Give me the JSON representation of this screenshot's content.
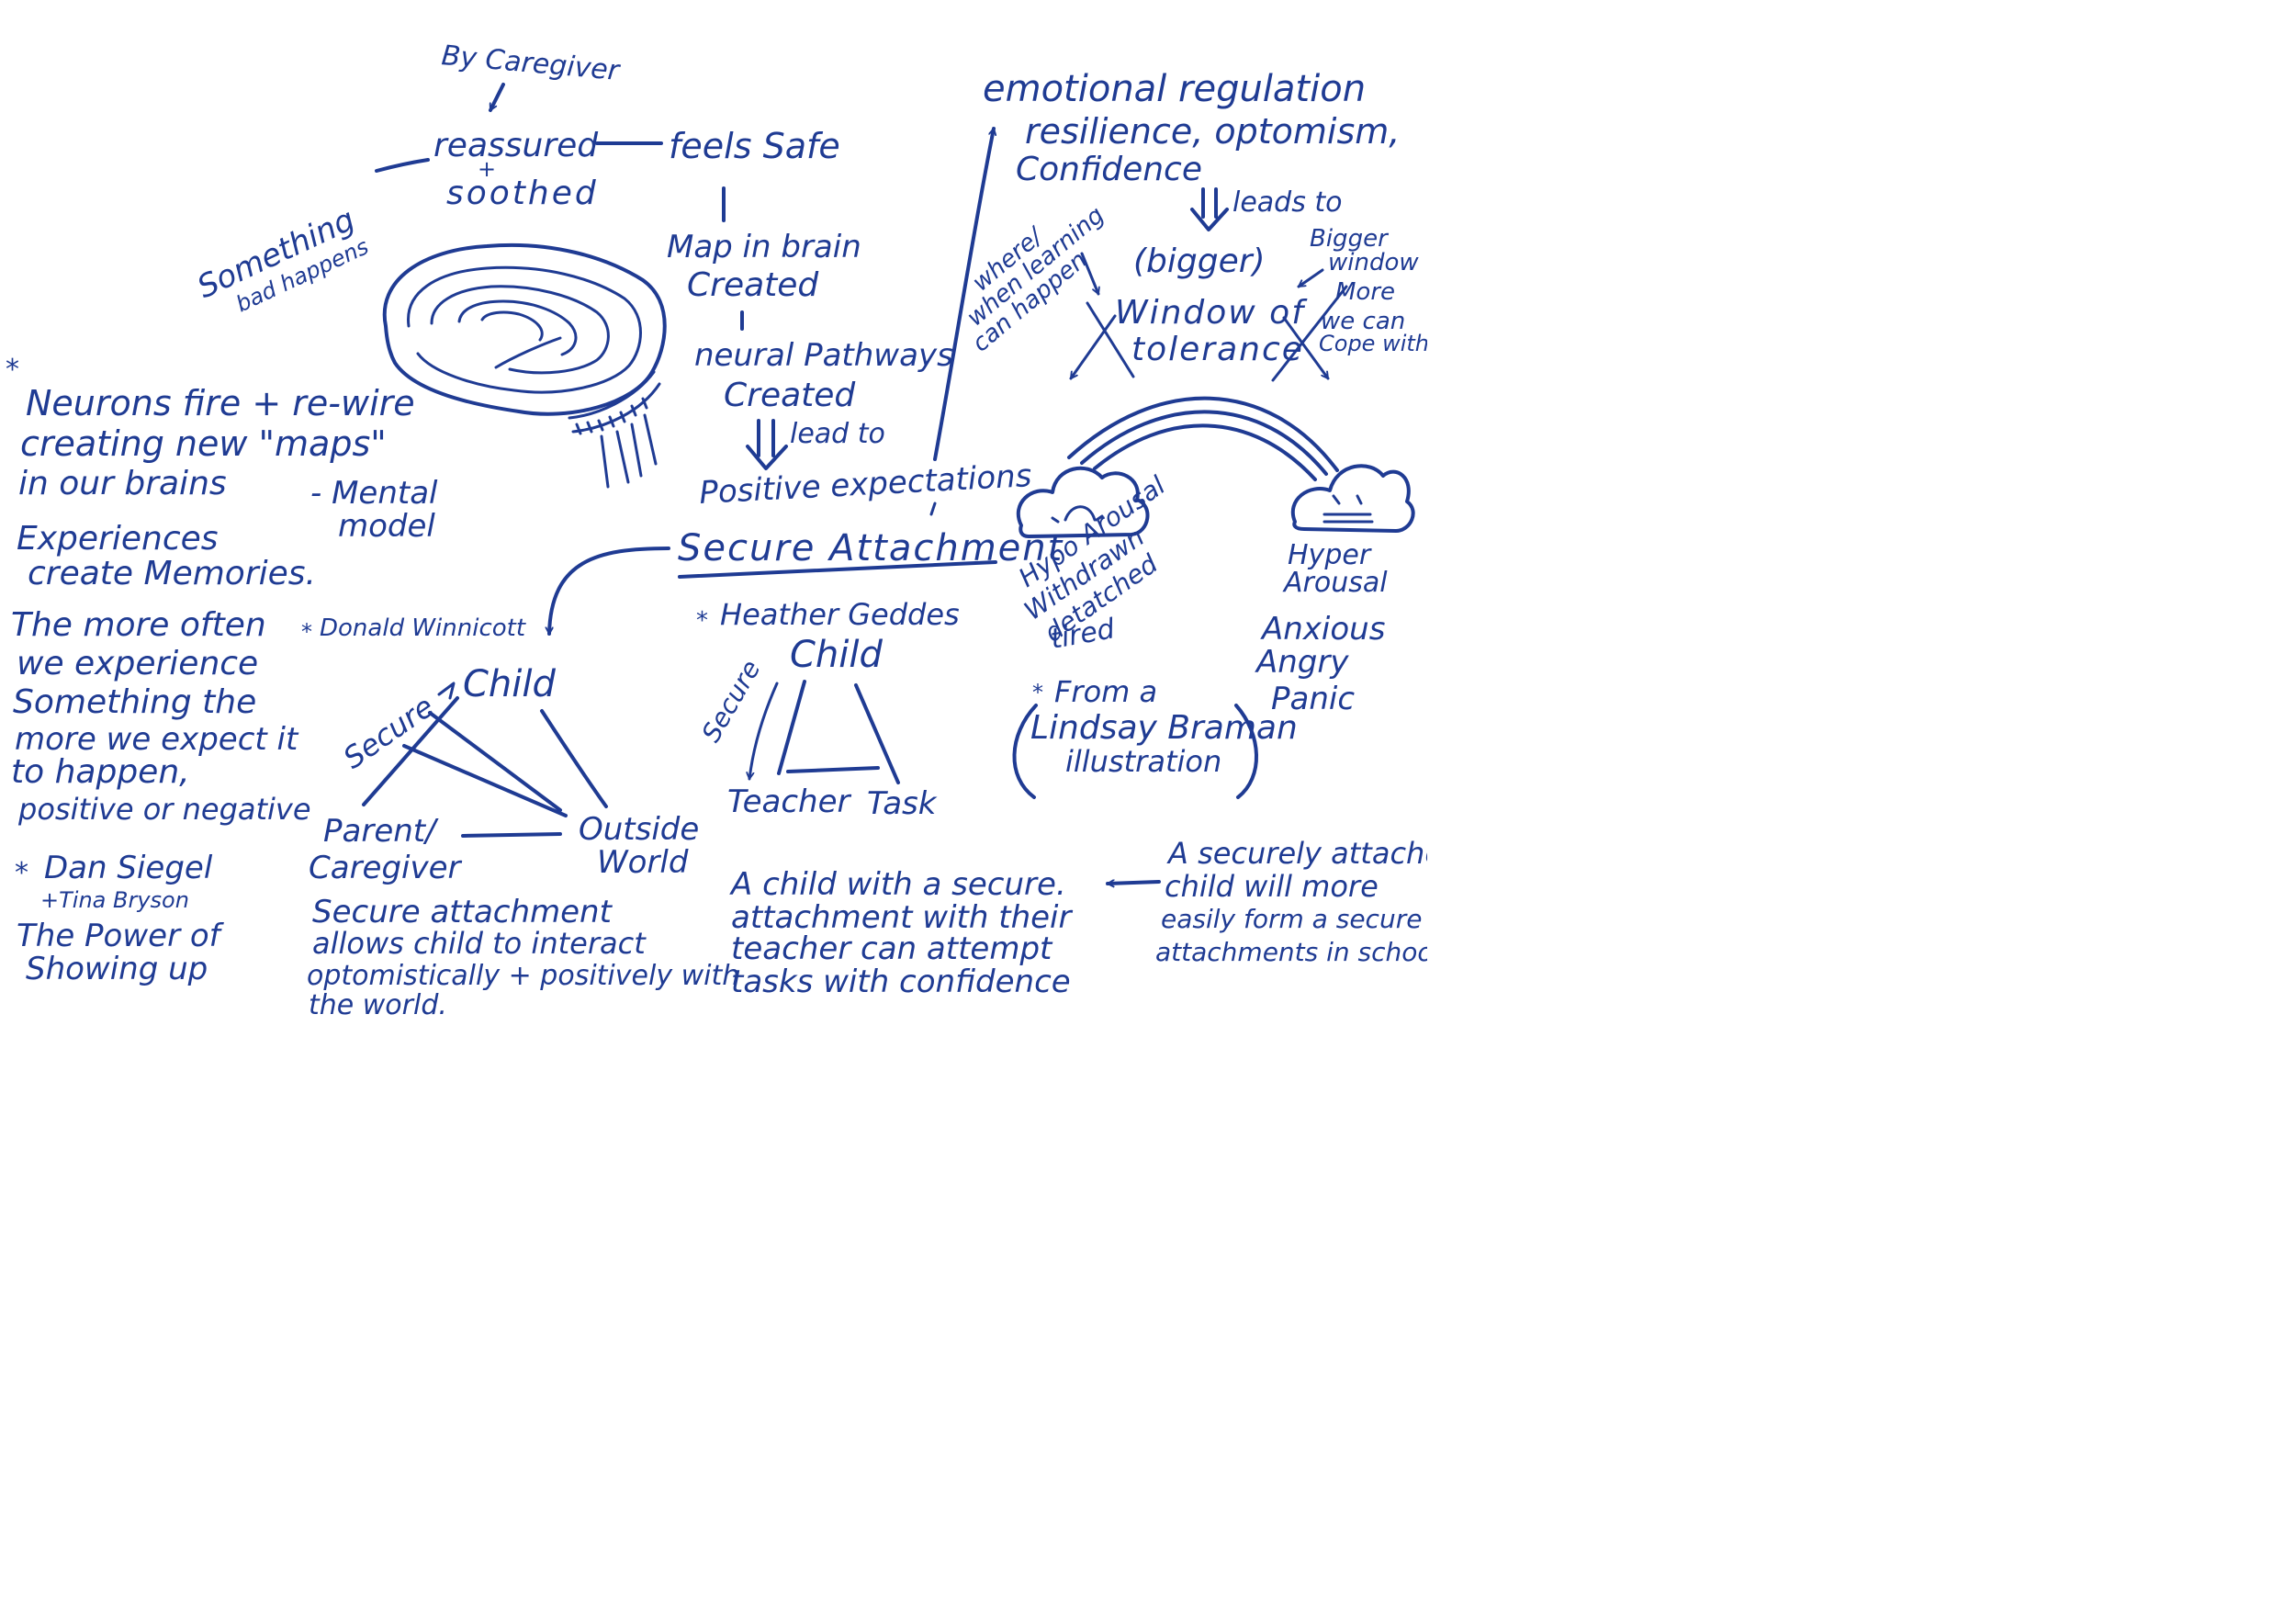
{
  "top": {
    "by_caregiver": "By Caregiver",
    "reassured": "reassured",
    "plus": "+",
    "soothed": "soothed",
    "feels_safe": "feels Safe",
    "something_bad_1": "Something",
    "something_bad_2": "bad happens"
  },
  "brain_chain": {
    "map_in_brain": "Map in brain",
    "created_1": "Created",
    "neural_pathways": "neural Pathways",
    "created_2": "Created",
    "lead_to": "lead to",
    "positive_expectations": "Positive expectations",
    "secure_attachment": "Secure Attachment"
  },
  "left_notes": {
    "neurons_1": "Neurons fire + re-wire",
    "neurons_2": "creating new \"maps\"",
    "neurons_3": "in our brains",
    "mental_1": "- Mental",
    "mental_2": "model",
    "experiences_1": "Experiences",
    "experiences_2": "create Memories.",
    "more_often_1": "The more often",
    "more_often_2": "we experience",
    "more_often_3": "Something the",
    "more_often_4": "more we expect it",
    "more_often_5": "to happen,",
    "more_often_6": "positive or negative",
    "siegel_1": "Dan Siegel",
    "siegel_2": "+Tina Bryson",
    "siegel_3": "The Power of",
    "siegel_4": "Showing up"
  },
  "winnicott": {
    "author": "Donald Winnicott",
    "child": "Child",
    "secure": "Secure",
    "parent_1": "Parent/",
    "parent_2": "Caregiver",
    "outside_1": "Outside",
    "outside_2": "World",
    "caption_1": "Secure attachment",
    "caption_2": "allows child to interact",
    "caption_3": "optomistically + positively with",
    "caption_4": "the world."
  },
  "geddes": {
    "author": "Heather Geddes",
    "child": "Child",
    "secure": "Secure",
    "teacher": "Teacher",
    "task": "Task",
    "caption_1": "A child with a secure.",
    "caption_2": "attachment with their",
    "caption_3": "teacher can attempt",
    "caption_4": "tasks with confidence"
  },
  "right": {
    "emo_1": "emotional regulation",
    "emo_2": "resilience, optomism,",
    "emo_3": "Confidence",
    "leads_to": "leads to",
    "bigger": "(bigger)",
    "bigger_window_1": "Bigger",
    "bigger_window_2": "window",
    "bigger_window_3": "More",
    "bigger_window_4": "we can",
    "bigger_window_5": "Cope with",
    "where_1": "where/",
    "where_2": "when learning",
    "where_3": "can happen",
    "window_1": "Window of",
    "window_2": "tolerance",
    "hypo_1": "Hypo Arousal",
    "hypo_2": "Withdrawn",
    "hypo_3": "detatched",
    "hypo_4": "tired",
    "hyper_1": "Hyper",
    "hyper_2": "Arousal",
    "anxious_1": "Anxious",
    "anxious_2": "Angry",
    "anxious_3": "Panic",
    "from_1": "From a",
    "from_2": "Lindsay Braman",
    "from_3": "illustration",
    "securely_1": "A securely attached",
    "securely_2": "child will more",
    "securely_3": "easily form a secure",
    "securely_4": "attachments in school"
  },
  "icons": {
    "star": "*"
  },
  "colors": {
    "ink": "#1f3b93",
    "paper": "#ffffff"
  }
}
